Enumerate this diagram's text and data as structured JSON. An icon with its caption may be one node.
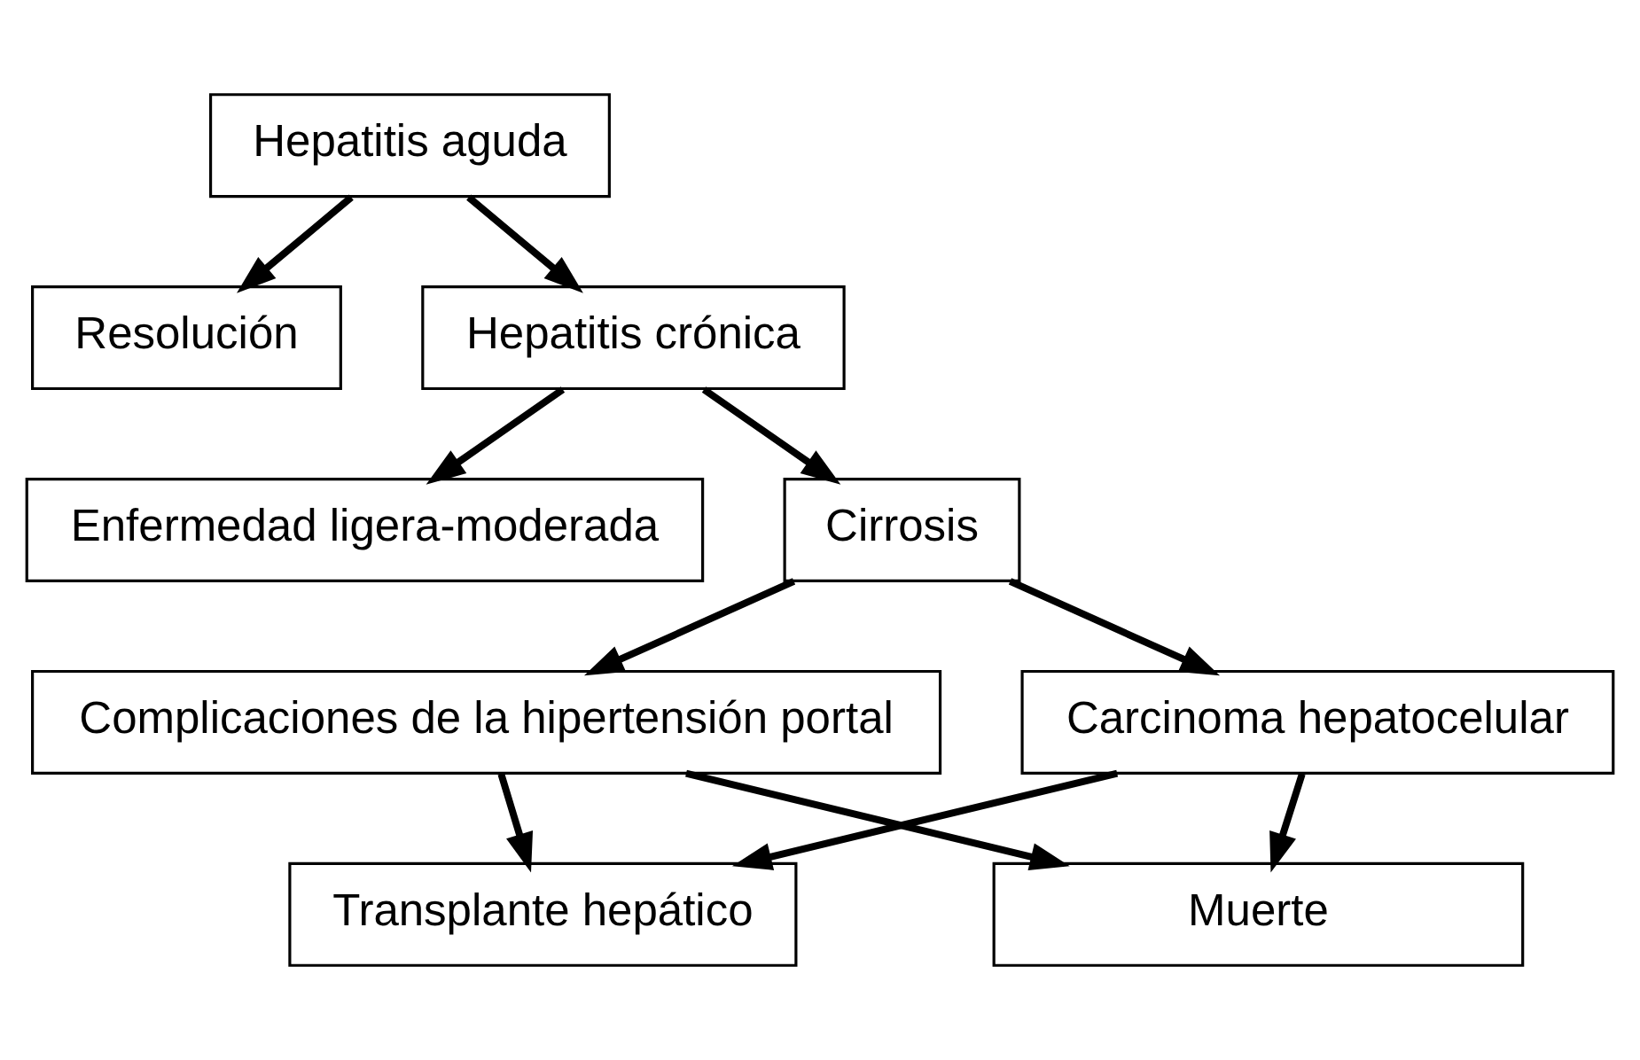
{
  "diagram": {
    "nodes": [
      {
        "text": [
          "Hepatitis aguda"
        ]
      },
      {
        "text": [
          "Resolución"
        ]
      },
      {
        "text": [
          "Hepatitis crónica"
        ]
      },
      {
        "text": [
          "Enfermedad ligera-moderada"
        ]
      },
      {
        "text": [
          "Cirrosis"
        ]
      },
      {
        "text": [
          "Complicaciones de la hipertensión portal"
        ]
      },
      {
        "text": [
          "Carcinoma hepatocelular"
        ]
      },
      {
        "text": [
          "Transplante hepático"
        ]
      },
      {
        "text": [
          "Muerte"
        ]
      }
    ],
    "edges": [
      {
        "from": 0,
        "to": 1,
        "arrow": "to"
      },
      {
        "from": 0,
        "to": 2,
        "arrow": "to"
      },
      {
        "from": 2,
        "to": 3,
        "arrow": "to"
      },
      {
        "from": 2,
        "to": 4,
        "arrow": "to"
      },
      {
        "from": 4,
        "to": 5,
        "arrow": "to"
      },
      {
        "from": 4,
        "to": 6,
        "arrow": "to"
      },
      {
        "from": 5,
        "to": 7,
        "arrow": "to"
      },
      {
        "from": 5,
        "to": 8,
        "arrow": "to"
      },
      {
        "from": 6,
        "to": 7,
        "arrow": "to"
      },
      {
        "from": 6,
        "to": 8,
        "arrow": "to"
      }
    ]
  }
}
